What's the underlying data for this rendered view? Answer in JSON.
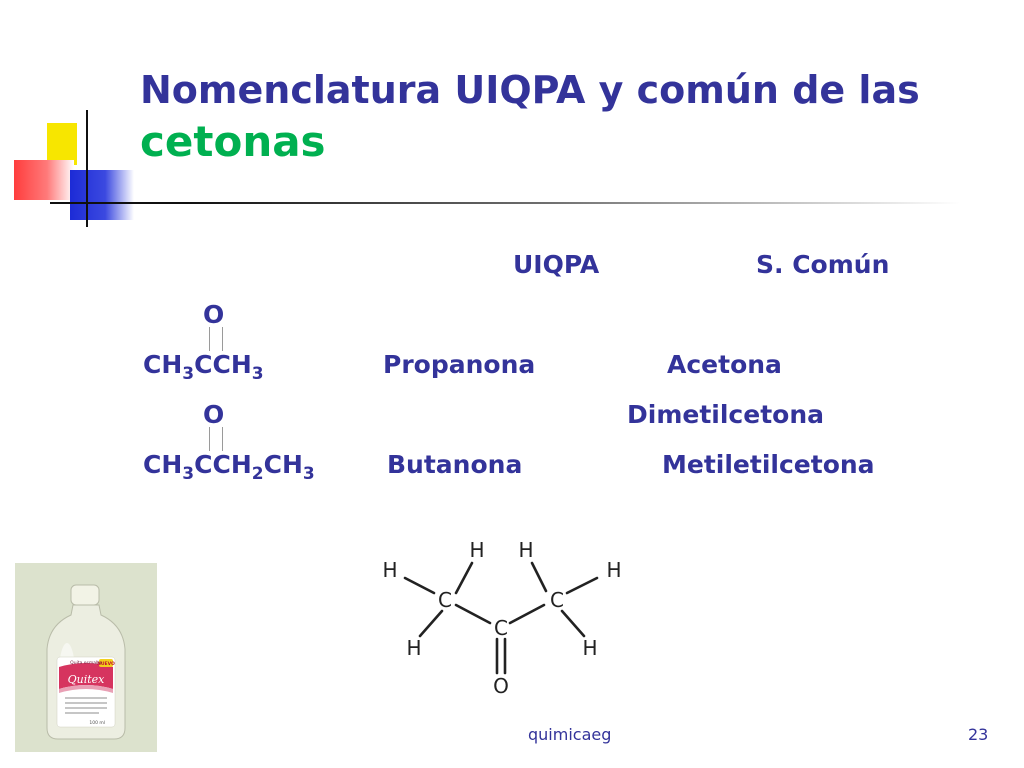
{
  "slide": {
    "title_line1": "Nomenclatura UIQPA y común de las",
    "title_line2": "cetonas",
    "colors": {
      "title": "#33339a",
      "accent": "#00b050"
    }
  },
  "table": {
    "header_uiqpa": "UIQPA",
    "header_comun": "S. Común",
    "row1": {
      "oxygen": "O",
      "f_a": "CH",
      "s_a": "3",
      "f_b": "CCH",
      "s_b": "3",
      "uiqpa": "Propanona",
      "comun": "Acetona"
    },
    "row2": {
      "oxygen": "O",
      "comun_alt": "Dimetilcetona",
      "f_a": "CH",
      "s_a": "3",
      "f_b": "CCH",
      "s_b": "2",
      "f_c": "CH",
      "s_c": "3",
      "uiqpa": "Butanona",
      "comun": "Metiletilcetona"
    }
  },
  "bottle": {
    "top_label": "Quita esmalte",
    "brand": "Quitex",
    "badge": "NUEVO",
    "volume": "100 ml"
  },
  "structure": {
    "atoms": [
      "H",
      "H",
      "H",
      "H",
      "H",
      "H",
      "C",
      "C",
      "C",
      "O"
    ]
  },
  "footer": {
    "source": "quimicaeg",
    "page": "23"
  }
}
